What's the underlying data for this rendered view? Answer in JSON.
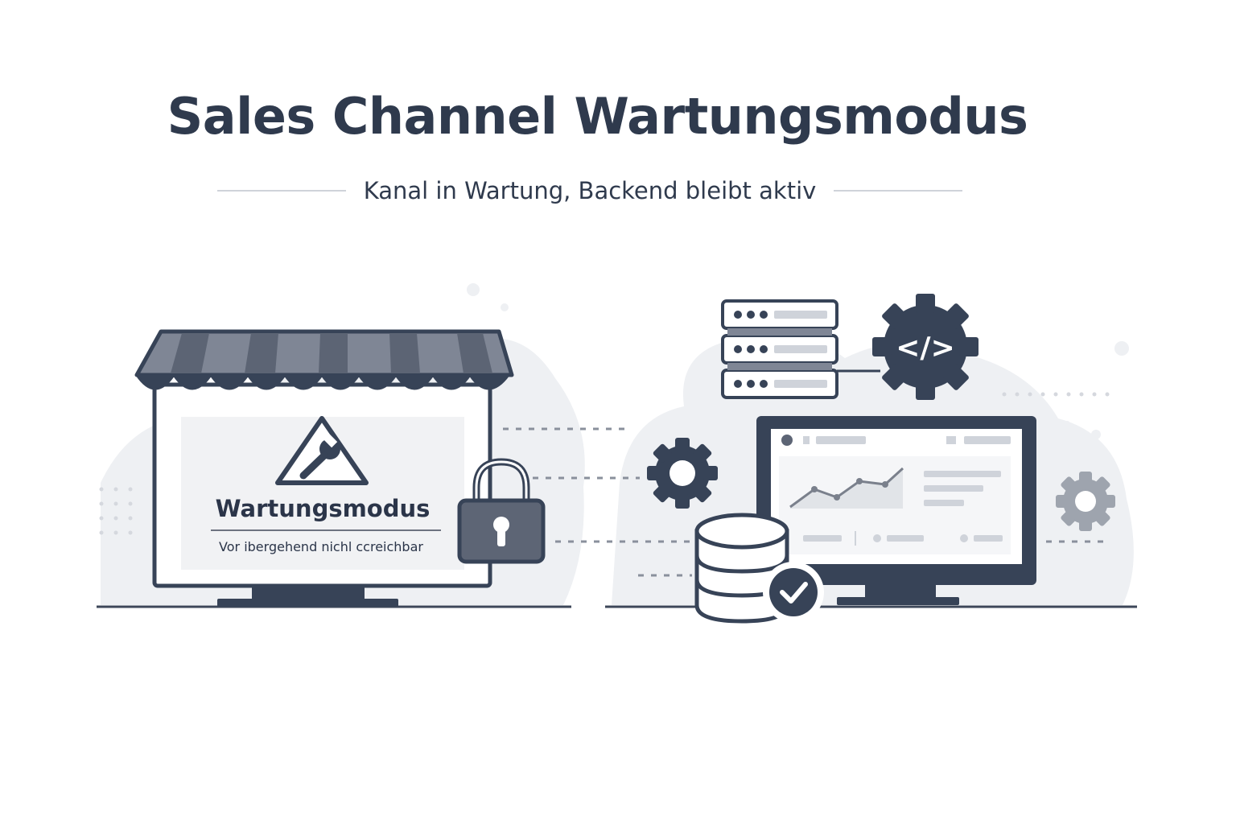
{
  "header": {
    "title": "Sales Channel Wartungsmodus",
    "subtitle": "Kanal in Wartung, Backend bleibt aktiv"
  },
  "storefront": {
    "heading": "Wartungsmodus",
    "message": "Vor ibergehend nichl ccreichbar"
  },
  "backend": {
    "code_symbol": "</>"
  },
  "colors": {
    "primary": "#374357",
    "secondary": "#5d6575",
    "light": "#e6e8ec",
    "background": "#ffffff"
  }
}
